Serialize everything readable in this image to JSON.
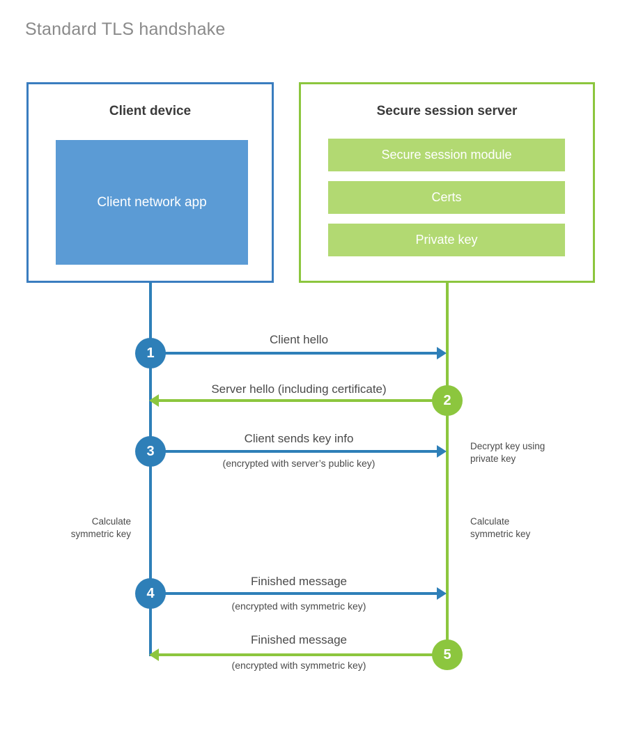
{
  "title": "Standard TLS handshake",
  "colors": {
    "client_accent": "#2e7fb8",
    "client_border": "#3a7dbf",
    "client_app_fill": "#5b9bd5",
    "server_accent": "#8cc63e",
    "server_bar_fill": "#b2d972",
    "title_text": "#8a8a8a",
    "body_text": "#4a4a4a"
  },
  "client": {
    "title": "Client device",
    "app_label": "Client network app"
  },
  "server": {
    "title": "Secure session server",
    "components": [
      {
        "label": "Secure session module"
      },
      {
        "label": "Certs"
      },
      {
        "label": "Private key"
      }
    ]
  },
  "steps": [
    {
      "number": "1",
      "label": "Client hello",
      "sublabel": "",
      "direction": "client-to-server",
      "color": "blue"
    },
    {
      "number": "2",
      "label": "Server hello (including certificate)",
      "sublabel": "",
      "direction": "server-to-client",
      "color": "green"
    },
    {
      "number": "3",
      "label": "Client sends key info",
      "sublabel": "(encrypted with server’s public key)",
      "direction": "client-to-server",
      "color": "blue"
    },
    {
      "number": "4",
      "label": "Finished message",
      "sublabel": "(encrypted with symmetric key)",
      "direction": "client-to-server",
      "color": "blue"
    },
    {
      "number": "5",
      "label": "Finished message",
      "sublabel": "(encrypted with symmetric key)",
      "direction": "server-to-client",
      "color": "green"
    }
  ],
  "notes": {
    "server_decrypt_line1": "Decrypt key using",
    "server_decrypt_line2": "private key",
    "client_calc_line1": "Calculate",
    "client_calc_line2": "symmetric key",
    "server_calc_line1": "Calculate",
    "server_calc_line2": "symmetric key"
  }
}
